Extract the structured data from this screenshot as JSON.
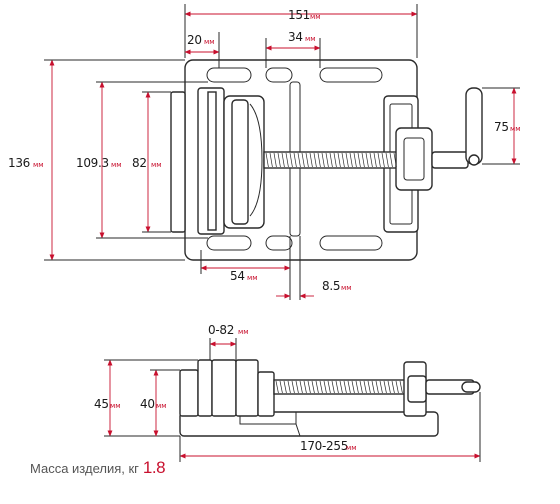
{
  "colors": {
    "accent": "#c8102e",
    "line": "#2a2a2a"
  },
  "dimensions": {
    "top_width": {
      "value": "151",
      "unit": "мм"
    },
    "slot_offset": {
      "value": "20",
      "unit": "мм"
    },
    "slot_length": {
      "value": "34",
      "unit": "мм"
    },
    "height_136": {
      "value": "136",
      "unit": "мм"
    },
    "height_109": {
      "value": "109.3",
      "unit": "мм"
    },
    "height_82": {
      "value": "82",
      "unit": "мм"
    },
    "handle_75": {
      "value": "75",
      "unit": "мм"
    },
    "slot_54": {
      "value": "54",
      "unit": "мм"
    },
    "slot_width": {
      "value": "8.5",
      "unit": "мм"
    },
    "jaw_opening": {
      "value": "0-82",
      "unit": "мм"
    },
    "height_45": {
      "value": "45",
      "unit": "мм"
    },
    "height_40": {
      "value": "40",
      "unit": "мм"
    },
    "length_range": {
      "value": "170-255",
      "unit": "мм"
    }
  },
  "mass": {
    "label": "Масса изделия, кг",
    "value": "1.8"
  }
}
